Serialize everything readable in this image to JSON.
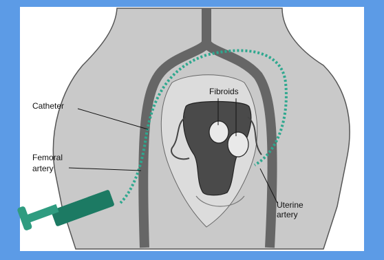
{
  "labels": {
    "catheter": "Catheter",
    "femoral_line1": "Femoral",
    "femoral_line2": "artery",
    "fibroids": "Fibroids",
    "uterine_line1": "Uterine",
    "uterine_line2": "artery"
  },
  "colors": {
    "frame": "#5c9be6",
    "panel": "#ffffff",
    "body": "#c9c9c9",
    "artery": "#666666",
    "catheter": "#2fa88f",
    "syringe": "#1c7a63",
    "uterus": "#4a4a4a",
    "fibroid": "#e9e9e9"
  }
}
